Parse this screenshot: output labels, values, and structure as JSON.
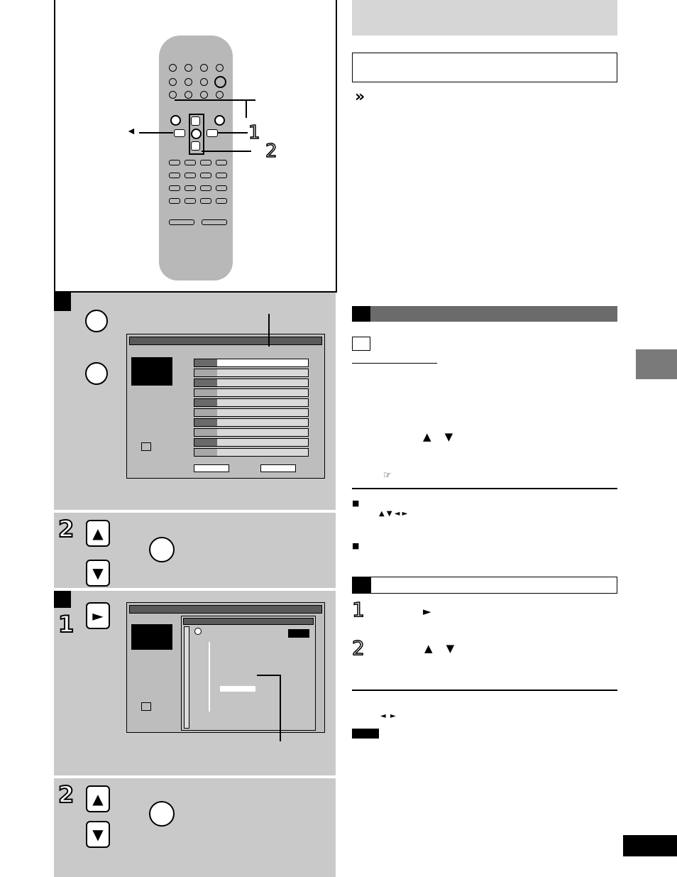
{
  "remote": {
    "arrow_left": "◄",
    "callout_1": "1",
    "callout_2": "2"
  },
  "step_panels": {
    "step2_number": "2",
    "step3_number_1": "1",
    "step3_number_2": "2"
  },
  "keys": {
    "up": "▲",
    "down": "▼",
    "right": "►"
  },
  "right_column": {
    "fast_forward_symbol": "»",
    "symbols_up_down": "▲    ▼",
    "ref_symbol": "☞",
    "bullet": "■",
    "arrows_four": "▲ ▼ ◄ ►",
    "step1_number": "1",
    "step1_symbol": "►",
    "step2_number": "2",
    "step2_symbols": "▲    ▼",
    "arrows_left_right": "◄  ►"
  },
  "colors": {
    "panel_grey": "#c9c9c9",
    "header_dark": "#6b6b6b",
    "thumb_grey": "#5a5a5a",
    "page_tab": "#000000"
  }
}
